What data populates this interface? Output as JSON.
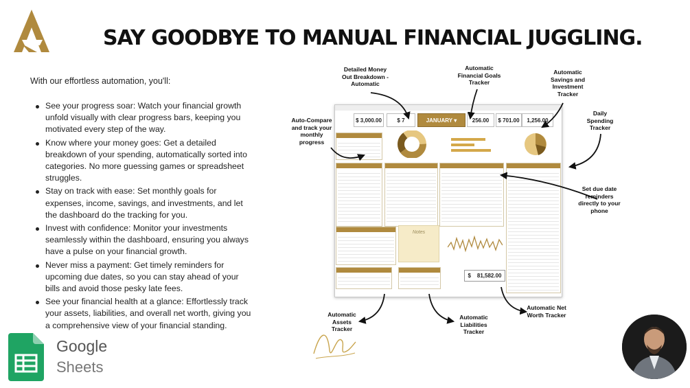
{
  "headline": "SAY GOODBYE TO MANUAL FINANCIAL JUGGLING.",
  "intro": "With our effortless automation, you'll:",
  "bullets": [
    "See your progress soar: Watch your financial growth unfold visually with clear progress bars, keeping you motivated every step of the way.",
    "Know where your money goes: Get a detailed breakdown of your spending, automatically sorted into categories. No more guessing games or spreadsheet struggles.",
    "Stay on track with ease: Set monthly goals for expenses, income, savings, and investments, and let the dashboard do the tracking for you.",
    "Invest with confidence: Monitor your investments seamlessly within the dashboard, ensuring you always have a pulse on your financial growth.",
    "Never miss a payment: Get timely reminders for upcoming due dates, so you can stay ahead of your bills and avoid those pesky late fees.",
    "See your financial health at a glance: Effortlessly track your assets, liabilities, and overall net worth, giving you a comprehensive view of your financial standing."
  ],
  "brand": {
    "google": "Google",
    "sheets": "Sheets"
  },
  "dashboard": {
    "tiles": {
      "income_amount": "3,000.00",
      "expense_amount": "7",
      "month": "JANUARY",
      "goals_amount": "256.00",
      "bills_amount": "701.00",
      "savings_amount": "1,256.00",
      "currency": "$"
    },
    "net_worth": "81,582.00",
    "notes_label": "Notes"
  },
  "annotations": {
    "money_out": "Detailed Money Out Breakdown - Automatic",
    "goals": "Automatic Financial Goals Tracker",
    "savings": "Automatic Savings and Investment Tracker",
    "daily": "Daily Spending Tracker",
    "compare": "Auto-Compare and track your monthly progress",
    "reminders": "Set due date reminders directly to your phone",
    "assets": "Automatic Assets Tracker",
    "liabilities": "Automatic Liabilities Tracker",
    "net_worth": "Automatic Net Worth Tracker"
  },
  "colors": {
    "gold": "#b08a3e",
    "sheets_green": "#1fa463"
  }
}
